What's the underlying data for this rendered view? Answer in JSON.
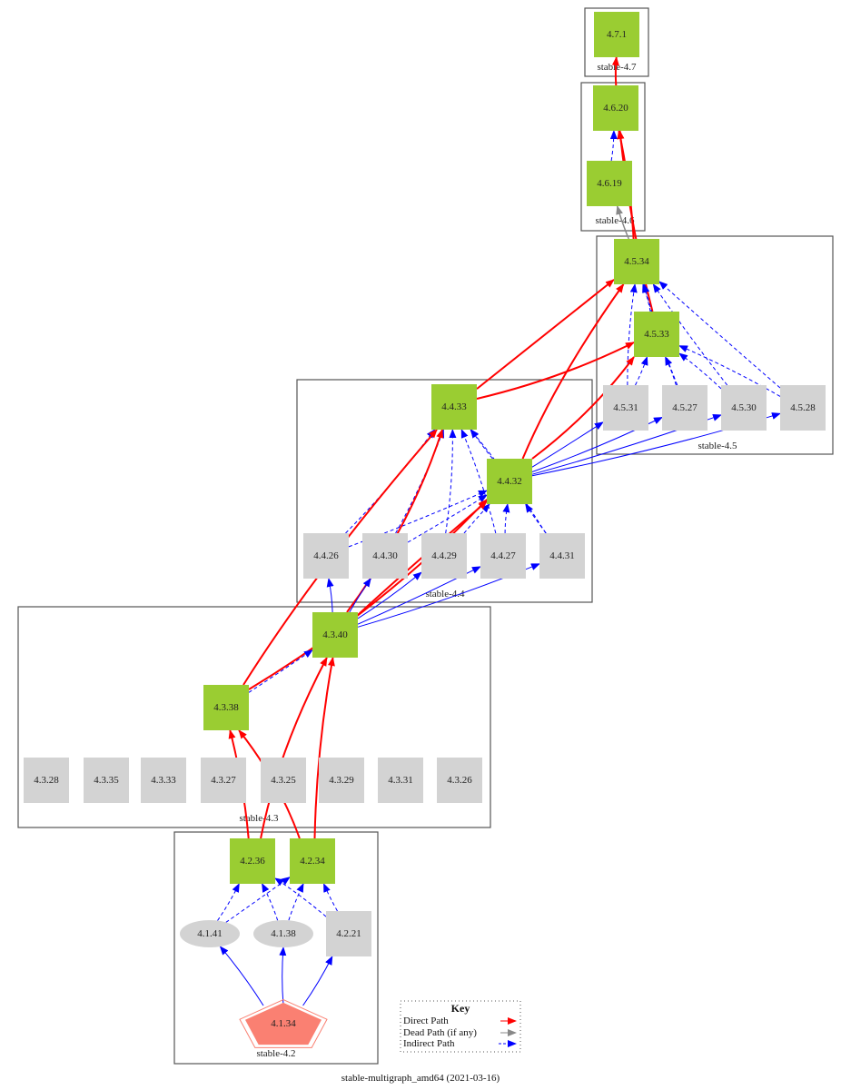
{
  "graph": {
    "caption": "stable-multigraph_amd64 (2021-03-16)",
    "colors": {
      "upgrade_node": "#9acd32",
      "other_node": "#d3d3d3",
      "source_node": "#fa8072",
      "direct": "#ff0000",
      "dead": "#888888",
      "indirect": "#0000ff"
    },
    "clusters": [
      {
        "id": "c47",
        "label": "stable-4.7"
      },
      {
        "id": "c46",
        "label": "stable-4.6"
      },
      {
        "id": "c45",
        "label": "stable-4.5"
      },
      {
        "id": "c44",
        "label": "stable-4.4"
      },
      {
        "id": "c43",
        "label": "stable-4.3"
      },
      {
        "id": "c42",
        "label": "stable-4.2"
      }
    ],
    "nodes": [
      {
        "id": "4.7.1",
        "label": "4.7.1",
        "kind": "upgrade",
        "shape": "box"
      },
      {
        "id": "4.6.20",
        "label": "4.6.20",
        "kind": "upgrade",
        "shape": "box"
      },
      {
        "id": "4.6.19",
        "label": "4.6.19",
        "kind": "upgrade",
        "shape": "box"
      },
      {
        "id": "4.5.34",
        "label": "4.5.34",
        "kind": "upgrade",
        "shape": "box"
      },
      {
        "id": "4.5.33",
        "label": "4.5.33",
        "kind": "upgrade",
        "shape": "box"
      },
      {
        "id": "4.5.31",
        "label": "4.5.31",
        "kind": "other",
        "shape": "box"
      },
      {
        "id": "4.5.27",
        "label": "4.5.27",
        "kind": "other",
        "shape": "box"
      },
      {
        "id": "4.5.30",
        "label": "4.5.30",
        "kind": "other",
        "shape": "box"
      },
      {
        "id": "4.5.28",
        "label": "4.5.28",
        "kind": "other",
        "shape": "box"
      },
      {
        "id": "4.4.33",
        "label": "4.4.33",
        "kind": "upgrade",
        "shape": "box"
      },
      {
        "id": "4.4.32",
        "label": "4.4.32",
        "kind": "upgrade",
        "shape": "box"
      },
      {
        "id": "4.4.26",
        "label": "4.4.26",
        "kind": "other",
        "shape": "box"
      },
      {
        "id": "4.4.30",
        "label": "4.4.30",
        "kind": "other",
        "shape": "box"
      },
      {
        "id": "4.4.29",
        "label": "4.4.29",
        "kind": "other",
        "shape": "box"
      },
      {
        "id": "4.4.27",
        "label": "4.4.27",
        "kind": "other",
        "shape": "box"
      },
      {
        "id": "4.4.31",
        "label": "4.4.31",
        "kind": "other",
        "shape": "box"
      },
      {
        "id": "4.3.40",
        "label": "4.3.40",
        "kind": "upgrade",
        "shape": "box"
      },
      {
        "id": "4.3.38",
        "label": "4.3.38",
        "kind": "upgrade",
        "shape": "box"
      },
      {
        "id": "4.3.28",
        "label": "4.3.28",
        "kind": "other",
        "shape": "box"
      },
      {
        "id": "4.3.35",
        "label": "4.3.35",
        "kind": "other",
        "shape": "box"
      },
      {
        "id": "4.3.33",
        "label": "4.3.33",
        "kind": "other",
        "shape": "box"
      },
      {
        "id": "4.3.27",
        "label": "4.3.27",
        "kind": "other",
        "shape": "box"
      },
      {
        "id": "4.3.25",
        "label": "4.3.25",
        "kind": "other",
        "shape": "box"
      },
      {
        "id": "4.3.29",
        "label": "4.3.29",
        "kind": "other",
        "shape": "box"
      },
      {
        "id": "4.3.31",
        "label": "4.3.31",
        "kind": "other",
        "shape": "box"
      },
      {
        "id": "4.3.26",
        "label": "4.3.26",
        "kind": "other",
        "shape": "box"
      },
      {
        "id": "4.2.36",
        "label": "4.2.36",
        "kind": "upgrade",
        "shape": "box"
      },
      {
        "id": "4.2.34",
        "label": "4.2.34",
        "kind": "upgrade",
        "shape": "box"
      },
      {
        "id": "4.1.41",
        "label": "4.1.41",
        "kind": "other",
        "shape": "ellipse"
      },
      {
        "id": "4.1.38",
        "label": "4.1.38",
        "kind": "other",
        "shape": "ellipse"
      },
      {
        "id": "4.2.21",
        "label": "4.2.21",
        "kind": "other",
        "shape": "box"
      },
      {
        "id": "4.1.34",
        "label": "4.1.34",
        "kind": "source",
        "shape": "doublepentagon"
      }
    ],
    "edges": [
      {
        "from": "4.6.20",
        "to": "4.7.1",
        "type": "direct"
      },
      {
        "from": "4.6.19",
        "to": "4.6.20",
        "type": "indirect"
      },
      {
        "from": "4.5.34",
        "to": "4.6.19",
        "type": "dead"
      },
      {
        "from": "4.5.34",
        "to": "4.6.20",
        "type": "direct"
      },
      {
        "from": "4.5.33",
        "to": "4.6.20",
        "type": "direct"
      },
      {
        "from": "4.5.33",
        "to": "4.5.34",
        "type": "indirect"
      },
      {
        "from": "4.5.31",
        "to": "4.5.34",
        "type": "indirect"
      },
      {
        "from": "4.5.31",
        "to": "4.5.33",
        "type": "indirect"
      },
      {
        "from": "4.5.27",
        "to": "4.5.34",
        "type": "indirect"
      },
      {
        "from": "4.5.27",
        "to": "4.5.33",
        "type": "indirect"
      },
      {
        "from": "4.5.30",
        "to": "4.5.34",
        "type": "indirect"
      },
      {
        "from": "4.5.30",
        "to": "4.5.33",
        "type": "indirect"
      },
      {
        "from": "4.5.28",
        "to": "4.5.34",
        "type": "indirect"
      },
      {
        "from": "4.5.28",
        "to": "4.5.33",
        "type": "indirect"
      },
      {
        "from": "4.4.33",
        "to": "4.5.34",
        "type": "direct"
      },
      {
        "from": "4.4.33",
        "to": "4.5.33",
        "type": "direct"
      },
      {
        "from": "4.4.32",
        "to": "4.5.34",
        "type": "direct"
      },
      {
        "from": "4.4.32",
        "to": "4.5.33",
        "type": "direct"
      },
      {
        "from": "4.4.32",
        "to": "4.5.31",
        "type": "dep"
      },
      {
        "from": "4.4.32",
        "to": "4.5.27",
        "type": "dep"
      },
      {
        "from": "4.4.32",
        "to": "4.5.30",
        "type": "dep"
      },
      {
        "from": "4.4.32",
        "to": "4.5.28",
        "type": "dep"
      },
      {
        "from": "4.4.32",
        "to": "4.4.33",
        "type": "indirect"
      },
      {
        "from": "4.4.26",
        "to": "4.4.33",
        "type": "indirect"
      },
      {
        "from": "4.4.26",
        "to": "4.4.32",
        "type": "indirect"
      },
      {
        "from": "4.4.30",
        "to": "4.4.33",
        "type": "indirect"
      },
      {
        "from": "4.4.30",
        "to": "4.4.32",
        "type": "indirect"
      },
      {
        "from": "4.4.29",
        "to": "4.4.33",
        "type": "indirect"
      },
      {
        "from": "4.4.29",
        "to": "4.4.32",
        "type": "indirect"
      },
      {
        "from": "4.4.27",
        "to": "4.4.33",
        "type": "indirect"
      },
      {
        "from": "4.4.27",
        "to": "4.4.32",
        "type": "indirect"
      },
      {
        "from": "4.4.31",
        "to": "4.4.33",
        "type": "indirect"
      },
      {
        "from": "4.4.31",
        "to": "4.4.32",
        "type": "indirect"
      },
      {
        "from": "4.3.40",
        "to": "4.4.33",
        "type": "direct"
      },
      {
        "from": "4.3.40",
        "to": "4.4.32",
        "type": "direct"
      },
      {
        "from": "4.3.40",
        "to": "4.4.26",
        "type": "dep"
      },
      {
        "from": "4.3.40",
        "to": "4.4.30",
        "type": "dep"
      },
      {
        "from": "4.3.40",
        "to": "4.4.29",
        "type": "dep"
      },
      {
        "from": "4.3.40",
        "to": "4.4.27",
        "type": "dep"
      },
      {
        "from": "4.3.40",
        "to": "4.4.31",
        "type": "dep"
      },
      {
        "from": "4.3.38",
        "to": "4.4.33",
        "type": "direct"
      },
      {
        "from": "4.3.38",
        "to": "4.4.32",
        "type": "direct"
      },
      {
        "from": "4.3.38",
        "to": "4.3.40",
        "type": "indirect"
      },
      {
        "from": "4.2.36",
        "to": "4.3.38",
        "type": "direct"
      },
      {
        "from": "4.2.36",
        "to": "4.3.40",
        "type": "direct"
      },
      {
        "from": "4.2.34",
        "to": "4.3.38",
        "type": "direct"
      },
      {
        "from": "4.2.34",
        "to": "4.3.40",
        "type": "direct"
      },
      {
        "from": "4.1.41",
        "to": "4.2.36",
        "type": "indirect"
      },
      {
        "from": "4.1.41",
        "to": "4.2.34",
        "type": "indirect"
      },
      {
        "from": "4.1.38",
        "to": "4.2.36",
        "type": "indirect"
      },
      {
        "from": "4.1.38",
        "to": "4.2.34",
        "type": "indirect"
      },
      {
        "from": "4.2.21",
        "to": "4.2.36",
        "type": "indirect"
      },
      {
        "from": "4.2.21",
        "to": "4.2.34",
        "type": "indirect"
      },
      {
        "from": "4.1.34",
        "to": "4.1.41",
        "type": "dep"
      },
      {
        "from": "4.1.34",
        "to": "4.1.38",
        "type": "dep"
      },
      {
        "from": "4.1.34",
        "to": "4.2.21",
        "type": "dep"
      }
    ],
    "key": {
      "title": "Key",
      "items": [
        {
          "label": "Direct Path",
          "type": "direct"
        },
        {
          "label": "Dead Path (if any)",
          "type": "dead"
        },
        {
          "label": "Indirect Path",
          "type": "indirect"
        }
      ]
    }
  }
}
